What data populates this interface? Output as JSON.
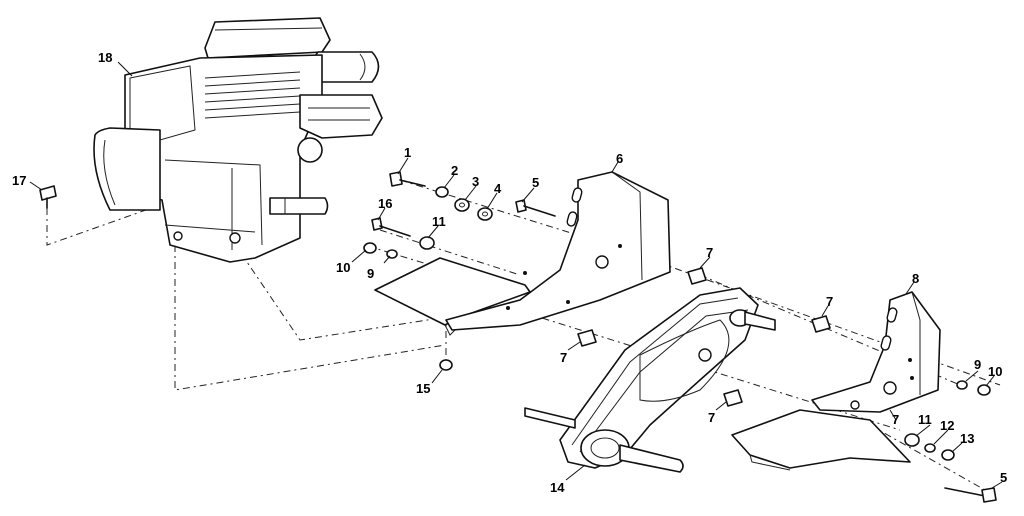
{
  "callouts": [
    {
      "id": "c1",
      "label": "1"
    },
    {
      "id": "c2",
      "label": "2"
    },
    {
      "id": "c3",
      "label": "3"
    },
    {
      "id": "c4",
      "label": "4"
    },
    {
      "id": "c5a",
      "label": "5"
    },
    {
      "id": "c5b",
      "label": "5"
    },
    {
      "id": "c6",
      "label": "6"
    },
    {
      "id": "c7a",
      "label": "7"
    },
    {
      "id": "c7b",
      "label": "7"
    },
    {
      "id": "c7c",
      "label": "7"
    },
    {
      "id": "c7d",
      "label": "7"
    },
    {
      "id": "c7e",
      "label": "7"
    },
    {
      "id": "c8",
      "label": "8"
    },
    {
      "id": "c9a",
      "label": "9"
    },
    {
      "id": "c9b",
      "label": "9"
    },
    {
      "id": "c10a",
      "label": "10"
    },
    {
      "id": "c10b",
      "label": "10"
    },
    {
      "id": "c11a",
      "label": "11"
    },
    {
      "id": "c11b",
      "label": "11"
    },
    {
      "id": "c12",
      "label": "12"
    },
    {
      "id": "c13",
      "label": "13"
    },
    {
      "id": "c14",
      "label": "14"
    },
    {
      "id": "c15",
      "label": "15"
    },
    {
      "id": "c16",
      "label": "16"
    },
    {
      "id": "c17",
      "label": "17"
    },
    {
      "id": "c18",
      "label": "18"
    }
  ]
}
